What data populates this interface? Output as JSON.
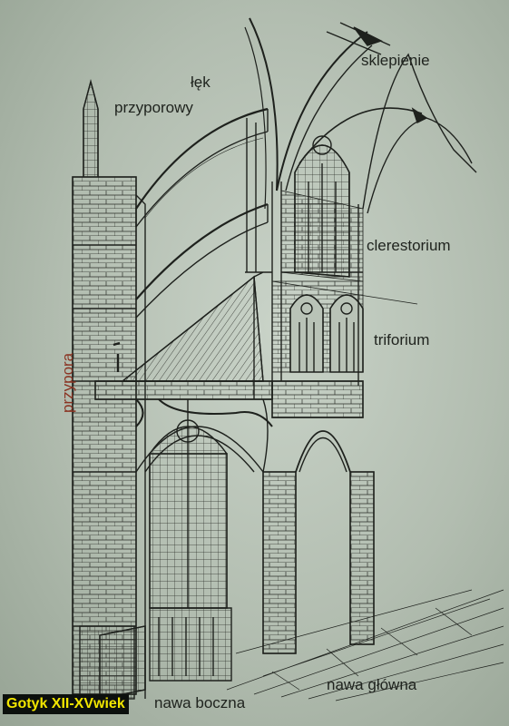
{
  "labels": {
    "lek": "łęk",
    "przyporowy": "przyporowy",
    "sklepienie": "sklepienie",
    "clerestorium": "clerestorium",
    "triforium": "triforium",
    "przypora": "przypora",
    "nawa_glowna": "nawa główna",
    "nawa_boczna": "nawa boczna"
  },
  "caption": "Gotyk XII-XVwiek",
  "colors": {
    "line": "#1e211d",
    "label_text": "#20241f",
    "przypora_text": "#8a3322",
    "caption_text": "#f2e600",
    "caption_bg": "#0c100d"
  }
}
